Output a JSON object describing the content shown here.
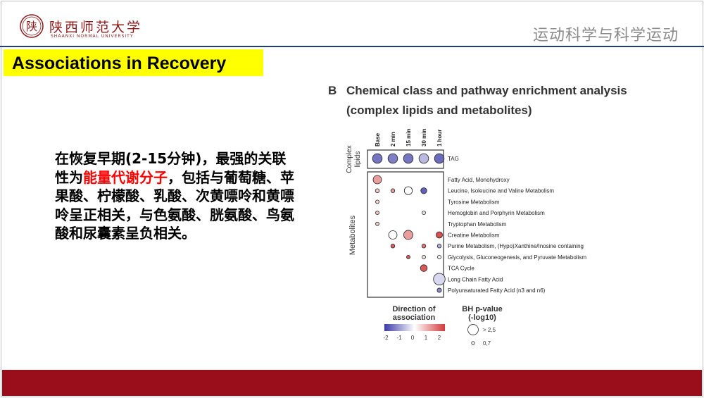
{
  "header": {
    "logo_cn": "陕西师范大学",
    "logo_en": "SHAANXI NORMAL UNIVERSITY",
    "seal_char": "陕",
    "slogan": "运动科学与科学运动"
  },
  "slide": {
    "title": "Associations in Recovery",
    "body_prefix": "在恢复早期(2-15分钟)，最强的关联性为",
    "body_highlight": "能量代谢分子",
    "body_suffix": "，包括与葡萄糖、苹果酸、柠檬酸、乳酸、次黄嘌呤和黄嘌呤呈正相关，与色氨酸、胱氨酸、鸟氨酸和尿囊素呈负相关。"
  },
  "colors": {
    "header_line": "#1f3f7a",
    "title_bg": "#ffff00",
    "highlight": "#ff0000",
    "footer": "#9a0d1b",
    "positive": "#d23a3a",
    "negative": "#3a3aa8"
  },
  "chart_data": {
    "type": "scatter",
    "panel_label": "B",
    "title": "Chemical class and pathway enrichment analysis (complex lipids and metabolites)",
    "columns": [
      "Base",
      "2 min",
      "15 min",
      "30 min",
      "1 hour"
    ],
    "group_labels": [
      "Complex lipids",
      "Metabolites"
    ],
    "rows": [
      {
        "label": "TAG",
        "group": 0
      },
      {
        "label": "Fatty Acid, Monohydroxy",
        "group": 1
      },
      {
        "label": "Leucine, Isoleucine and Valine Metabolism",
        "group": 1
      },
      {
        "label": "Tyrosine Metabolism",
        "group": 1
      },
      {
        "label": "Hemoglobin and Porphyrin Metabolism",
        "group": 1
      },
      {
        "label": "Tryptophan Metabolism",
        "group": 1
      },
      {
        "label": "Creatine Metabolism",
        "group": 1
      },
      {
        "label": "Purine Metabolism, (Hypo)Xanthine/Inosine containing",
        "group": 1
      },
      {
        "label": "Glycolysis, Gluconeogenesis, and Pyruvate Metabolism",
        "group": 1
      },
      {
        "label": "TCA Cycle",
        "group": 1
      },
      {
        "label": "Long Chain Fatty Acid",
        "group": 1
      },
      {
        "label": "Polyunsaturated Fatty Acid (n3 and n6)",
        "group": 1
      }
    ],
    "points": [
      {
        "row": 0,
        "col": 0,
        "direction": -1.4,
        "pvalue": 2.3
      },
      {
        "row": 0,
        "col": 1,
        "direction": -1.3,
        "pvalue": 2.3
      },
      {
        "row": 0,
        "col": 2,
        "direction": -1.4,
        "pvalue": 2.3
      },
      {
        "row": 0,
        "col": 3,
        "direction": -0.7,
        "pvalue": 2.3
      },
      {
        "row": 0,
        "col": 4,
        "direction": -1.5,
        "pvalue": 2.3
      },
      {
        "row": 1,
        "col": 0,
        "direction": 1.0,
        "pvalue": 2.0
      },
      {
        "row": 2,
        "col": 0,
        "direction": 0.5,
        "pvalue": 0.9
      },
      {
        "row": 2,
        "col": 1,
        "direction": 1.0,
        "pvalue": 0.9
      },
      {
        "row": 2,
        "col": 2,
        "direction": 0.0,
        "pvalue": 1.9
      },
      {
        "row": 2,
        "col": 3,
        "direction": -1.6,
        "pvalue": 1.4
      },
      {
        "row": 3,
        "col": 0,
        "direction": 0.4,
        "pvalue": 0.8
      },
      {
        "row": 4,
        "col": 0,
        "direction": 0.6,
        "pvalue": 0.8
      },
      {
        "row": 4,
        "col": 3,
        "direction": -0.2,
        "pvalue": 0.8
      },
      {
        "row": 5,
        "col": 0,
        "direction": 0.5,
        "pvalue": 0.8
      },
      {
        "row": 6,
        "col": 1,
        "direction": 0.0,
        "pvalue": 2.0
      },
      {
        "row": 6,
        "col": 2,
        "direction": 1.0,
        "pvalue": 2.2
      },
      {
        "row": 6,
        "col": 4,
        "direction": 1.8,
        "pvalue": 1.5
      },
      {
        "row": 7,
        "col": 1,
        "direction": 1.6,
        "pvalue": 0.9
      },
      {
        "row": 7,
        "col": 3,
        "direction": 1.4,
        "pvalue": 0.9
      },
      {
        "row": 7,
        "col": 4,
        "direction": -0.8,
        "pvalue": 0.9
      },
      {
        "row": 8,
        "col": 2,
        "direction": 1.7,
        "pvalue": 0.8
      },
      {
        "row": 8,
        "col": 3,
        "direction": 0.3,
        "pvalue": 0.8
      },
      {
        "row": 8,
        "col": 4,
        "direction": 0.1,
        "pvalue": 0.8
      },
      {
        "row": 9,
        "col": 3,
        "direction": 1.7,
        "pvalue": 1.6
      },
      {
        "row": 10,
        "col": 4,
        "direction": -0.4,
        "pvalue": 2.8
      },
      {
        "row": 11,
        "col": 4,
        "direction": -1.2,
        "pvalue": 1.0
      }
    ],
    "legend_color": {
      "title": "Direction of association",
      "ticks": [
        "-2",
        "-1",
        "0",
        "1",
        "2"
      ],
      "range": [
        -2,
        2
      ]
    },
    "legend_size": {
      "title": "BH p-value (-log10)",
      "items": [
        {
          "label": "> 2,5",
          "value": 2.5
        },
        {
          "label": "0,7",
          "value": 0.7
        }
      ]
    }
  }
}
